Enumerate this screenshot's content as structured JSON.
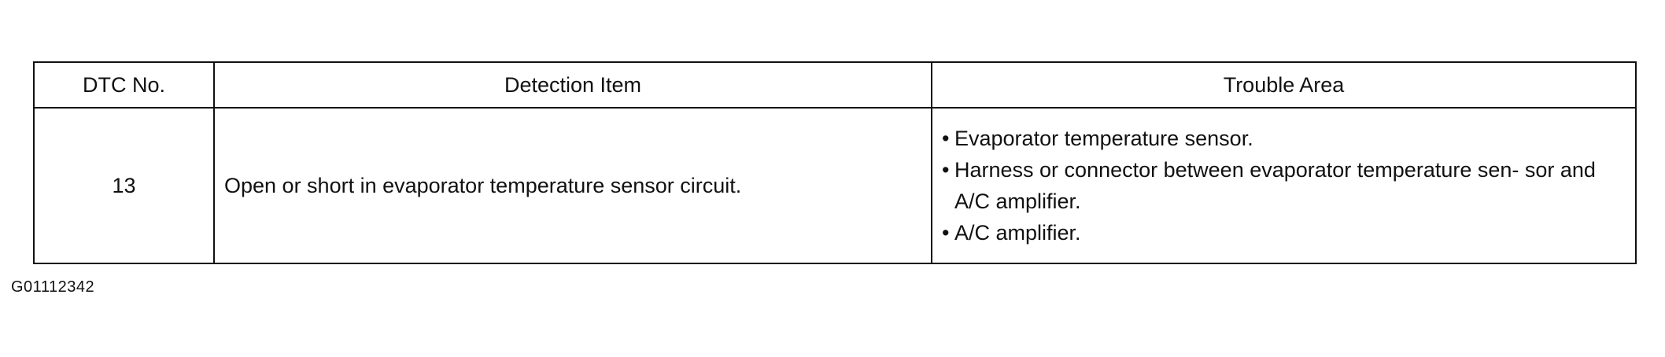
{
  "table": {
    "headers": {
      "dtc_no": "DTC No.",
      "detection_item": "Detection Item",
      "trouble_area": "Trouble Area"
    },
    "rows": [
      {
        "dtc_no": "13",
        "detection_item": "Open or short in evaporator temperature sensor circuit.",
        "trouble_area": [
          "Evaporator temperature sensor.",
          "Harness or connector between evaporator temperature sen- sor and A/C amplifier.",
          "A/C amplifier."
        ]
      }
    ]
  },
  "bullet_glyph": "•",
  "figure_id": "G01112342"
}
